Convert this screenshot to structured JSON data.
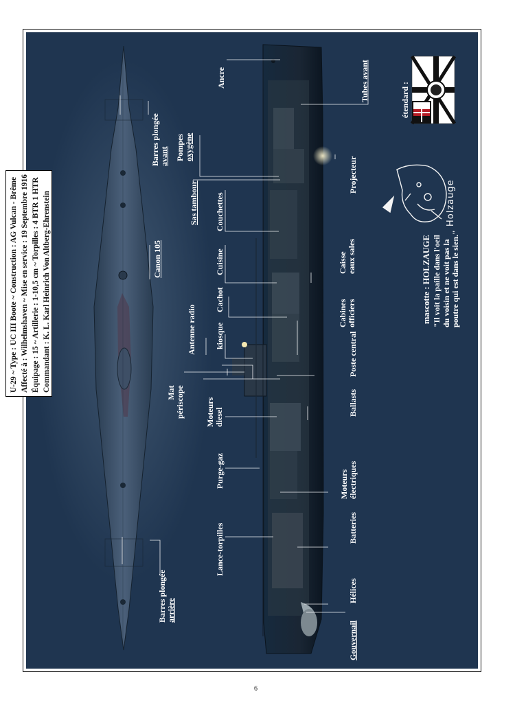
{
  "specs": {
    "line1": "U-29 ~ Type : UC III Boote ~ Construction : AG Vulcan - Brême",
    "line2": "Affecté à : Wilhelmshaven ~ Mise en service : 19 Septembre 1916",
    "line3": "Équipage : 15 ~ Artillerie : 1-10,5 cm ~ Torpilles : 4 BTR 1 HTR",
    "line4": "Commandant : K. L. Karl Heinrich Von Altberg-Ehrenstein"
  },
  "labels": {
    "ancre": "Ancre",
    "tubes_avant": "Tubes avant",
    "pompes": [
      "Pompes",
      "oxygène"
    ],
    "projecteur": "Projecteur",
    "sas_tambour": "Sas tambour",
    "couchettes": "Couchettes",
    "cuisine": "Cuisine",
    "caisse": [
      "Caisse",
      "eaux sales"
    ],
    "cachot": "Cachot",
    "cabines": [
      "Cabines",
      "officiers"
    ],
    "antenne": "Antenne radio",
    "kiosque": "kiosque",
    "poste_central": "Poste central",
    "mat": [
      "Mat",
      "périscope"
    ],
    "moteurs_diesel": [
      "Moteurs",
      "diesel"
    ],
    "ballasts": "Ballasts",
    "purge_gaz": "Purge-gaz",
    "moteurs_electriques": [
      "Moteurs",
      "électriques"
    ],
    "lance_torpilles": "Lance-torpilles",
    "batteries": "Batteries",
    "helices": "Hélices",
    "gouvernail": "Gouvernail",
    "barres_avant": [
      "Barres plongée",
      "avant"
    ],
    "barres_arriere": [
      "Barres plongée",
      "arrière"
    ],
    "canon": "Canon 105"
  },
  "mascot": {
    "title": "mascotte : HOLZAUGE",
    "quote": [
      "\"Il voit la paille dans l'oeil",
      "du voisin et ne voit pas la",
      "poutre qui est dans le sien.\""
    ],
    "signature": "Holzauge"
  },
  "flag": {
    "label": "étendard :"
  },
  "page_number": "6"
}
